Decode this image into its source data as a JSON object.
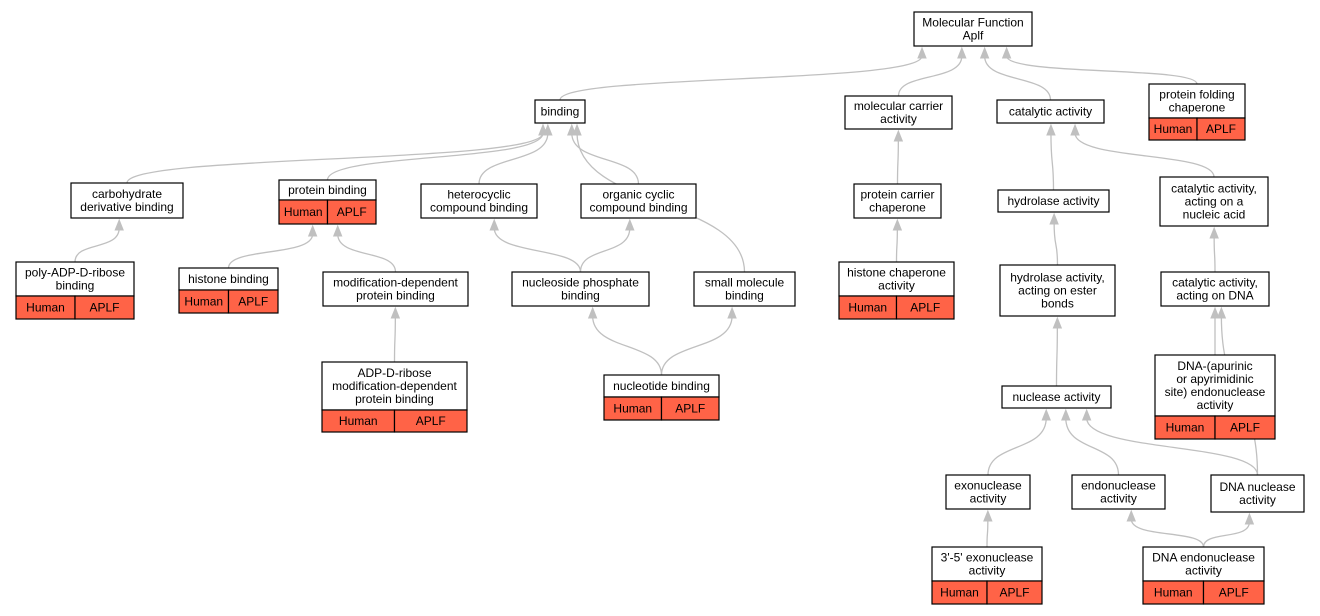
{
  "colors": {
    "edge": "#c0c0c0",
    "annotation_fill": "#ff6347",
    "node_border": "#000000",
    "node_fill": "#ffffff"
  },
  "nodes": {
    "mf": {
      "lines": [
        "Molecular Function",
        "Aplf"
      ]
    },
    "binding": {
      "lines": [
        "binding"
      ]
    },
    "mca": {
      "lines": [
        "molecular carrier",
        "activity"
      ]
    },
    "cat": {
      "lines": [
        "catalytic activity"
      ]
    },
    "pfc": {
      "lines": [
        "protein folding",
        "chaperone"
      ],
      "annotations": [
        "Human",
        "APLF"
      ]
    },
    "carb": {
      "lines": [
        "carbohydrate",
        "derivative binding"
      ]
    },
    "pb": {
      "lines": [
        "protein binding"
      ],
      "annotations": [
        "Human",
        "APLF"
      ]
    },
    "het": {
      "lines": [
        "heterocyclic",
        "compound binding"
      ]
    },
    "org": {
      "lines": [
        "organic cyclic",
        "compound binding"
      ]
    },
    "pcc": {
      "lines": [
        "protein carrier",
        "chaperone"
      ]
    },
    "hyd": {
      "lines": [
        "hydrolase activity"
      ]
    },
    "catna": {
      "lines": [
        "catalytic activity,",
        "acting on a",
        "nucleic acid"
      ]
    },
    "padp": {
      "lines": [
        "poly-ADP-D-ribose",
        "binding"
      ],
      "annotations": [
        "Human",
        "APLF"
      ]
    },
    "hb": {
      "lines": [
        "histone binding"
      ],
      "annotations": [
        "Human",
        "APLF"
      ]
    },
    "mdpb": {
      "lines": [
        "modification-dependent",
        "protein binding"
      ]
    },
    "nps": {
      "lines": [
        "nucleoside phosphate",
        "binding"
      ]
    },
    "smb": {
      "lines": [
        "small molecule",
        "binding"
      ]
    },
    "hca": {
      "lines": [
        "histone chaperone",
        "activity"
      ],
      "annotations": [
        "Human",
        "APLF"
      ]
    },
    "hydest": {
      "lines": [
        "hydrolase activity,",
        "acting on ester",
        "bonds"
      ]
    },
    "catdna": {
      "lines": [
        "catalytic activity,",
        "acting on DNA"
      ]
    },
    "adpr": {
      "lines": [
        "ADP-D-ribose",
        "modification-dependent",
        "protein binding"
      ],
      "annotations": [
        "Human",
        "APLF"
      ]
    },
    "ntb": {
      "lines": [
        "nucleotide binding"
      ],
      "annotations": [
        "Human",
        "APLF"
      ]
    },
    "apend": {
      "lines": [
        "DNA-(apurinic",
        "or apyrimidinic",
        "site) endonuclease",
        "activity"
      ],
      "annotations": [
        "Human",
        "APLF"
      ]
    },
    "nuc": {
      "lines": [
        "nuclease activity"
      ]
    },
    "exo": {
      "lines": [
        "exonuclease",
        "activity"
      ]
    },
    "endo": {
      "lines": [
        "endonuclease",
        "activity"
      ]
    },
    "dnan": {
      "lines": [
        "DNA nuclease",
        "activity"
      ]
    },
    "exo35": {
      "lines": [
        "3'-5' exonuclease",
        "activity"
      ],
      "annotations": [
        "Human",
        "APLF"
      ]
    },
    "dnaend": {
      "lines": [
        "DNA endonuclease",
        "activity"
      ],
      "annotations": [
        "Human",
        "APLF"
      ]
    }
  },
  "edges": [
    [
      "binding",
      "mf"
    ],
    [
      "mca",
      "mf"
    ],
    [
      "cat",
      "mf"
    ],
    [
      "pfc",
      "mf"
    ],
    [
      "carb",
      "binding"
    ],
    [
      "pb",
      "binding"
    ],
    [
      "het",
      "binding"
    ],
    [
      "org",
      "binding"
    ],
    [
      "smb",
      "binding"
    ],
    [
      "pcc",
      "mca"
    ],
    [
      "hca",
      "pcc"
    ],
    [
      "hyd",
      "cat"
    ],
    [
      "catna",
      "cat"
    ],
    [
      "padp",
      "carb"
    ],
    [
      "hb",
      "pb"
    ],
    [
      "mdpb",
      "pb"
    ],
    [
      "adpr",
      "mdpb"
    ],
    [
      "nps",
      "het"
    ],
    [
      "nps",
      "org"
    ],
    [
      "ntb",
      "nps"
    ],
    [
      "ntb",
      "smb"
    ],
    [
      "hydest",
      "hyd"
    ],
    [
      "nuc",
      "hydest"
    ],
    [
      "catdna",
      "catna"
    ],
    [
      "apend",
      "catdna"
    ],
    [
      "dnan",
      "catdna"
    ],
    [
      "exo",
      "nuc"
    ],
    [
      "endo",
      "nuc"
    ],
    [
      "dnan",
      "nuc"
    ],
    [
      "exo35",
      "exo"
    ],
    [
      "dnaend",
      "endo"
    ],
    [
      "dnaend",
      "dnan"
    ]
  ]
}
